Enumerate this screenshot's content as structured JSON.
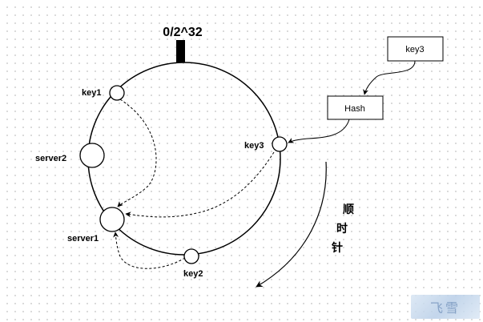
{
  "ring": {
    "origin_label": "0/2^32"
  },
  "nodes": {
    "key1": "key1",
    "server2": "server2",
    "server1": "server1",
    "key2": "key2",
    "key3": "key3"
  },
  "boxes": {
    "key3_box": "key3",
    "hash_box": "Hash"
  },
  "direction": {
    "chars": [
      "顺",
      "时",
      "针"
    ]
  },
  "watermark": {
    "text": "飞雪"
  },
  "colors": {
    "stroke": "#000000",
    "background": "#ffffff",
    "grid_dot": "#cfcfcf"
  }
}
